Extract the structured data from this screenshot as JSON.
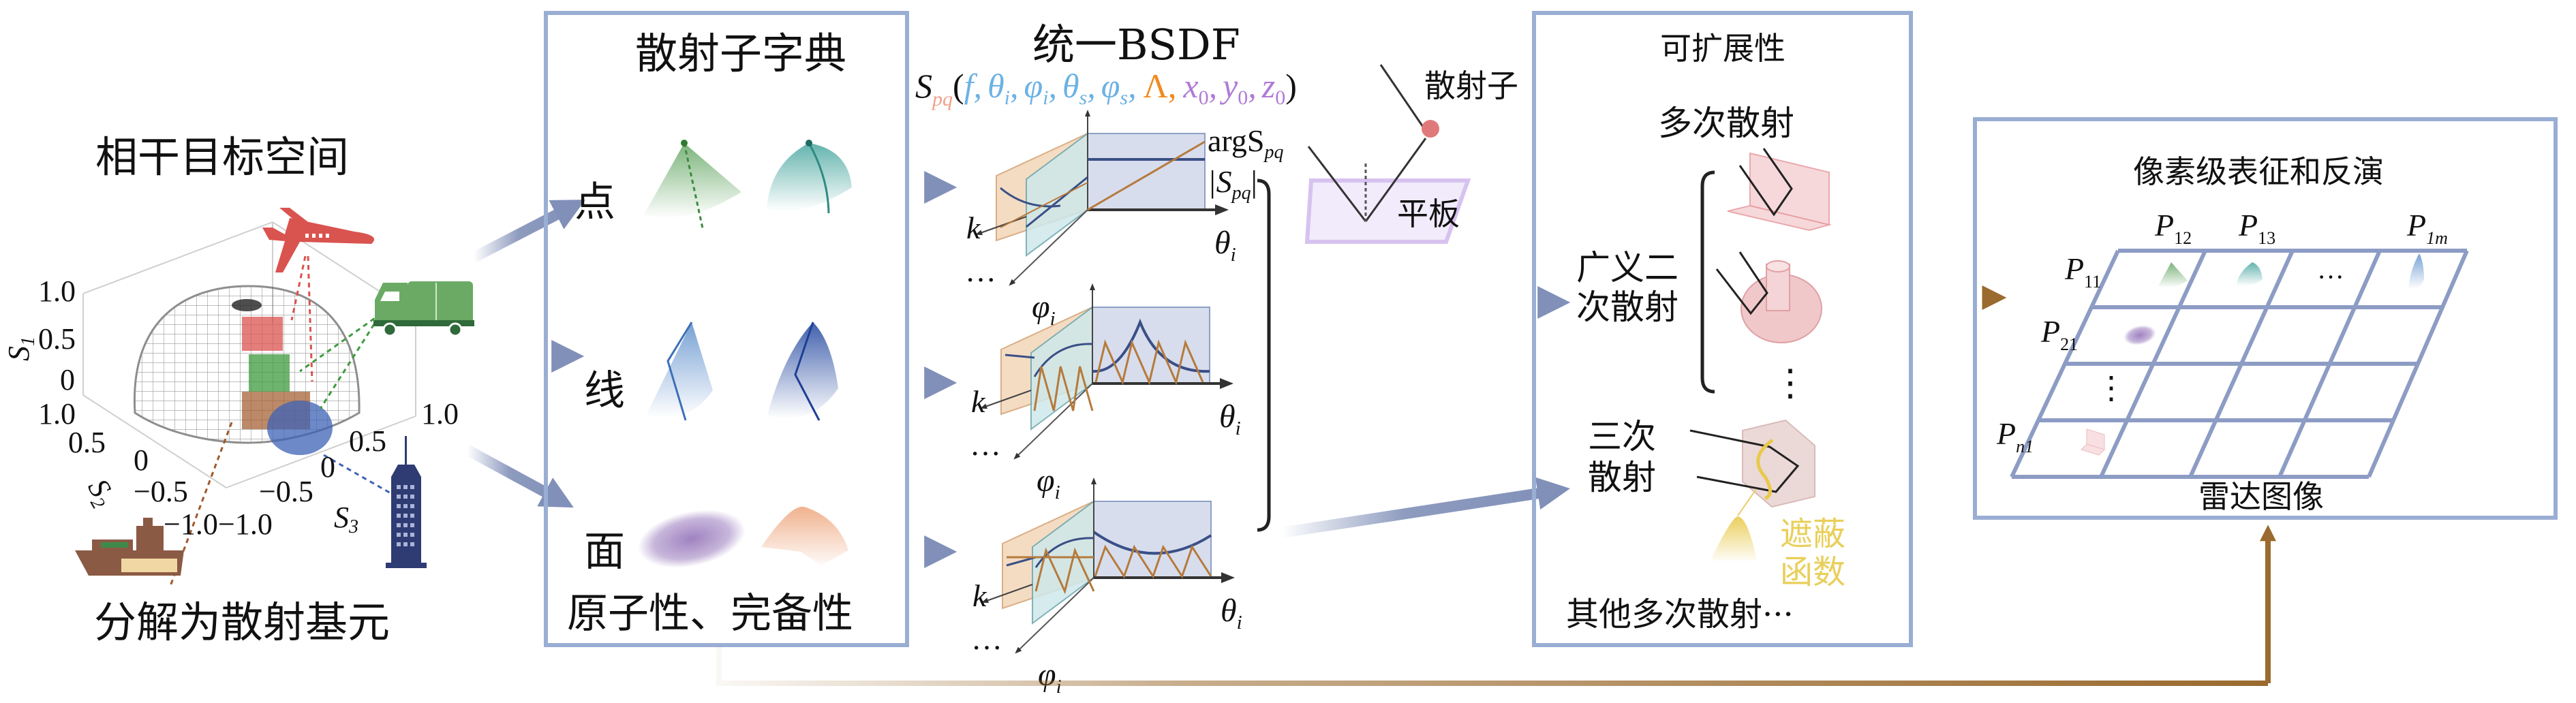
{
  "left_panel": {
    "title_top": "相干目标空间",
    "title_bottom": "分解为散射基元",
    "sphere_axes": {
      "s1_label": "S",
      "s1_sub": "1",
      "s2_label": "S",
      "s2_sub": "2",
      "s3_label": "S",
      "s3_sub": "3",
      "s1_ticks": [
        "1.0",
        "0.5",
        "0"
      ],
      "s2_ticks": [
        "1.0",
        "0.5",
        "0",
        "−0.5",
        "−1.0"
      ],
      "s3_ticks": [
        "−1.0",
        "−0.5",
        "0",
        "0.5",
        "1.0"
      ]
    },
    "targets": [
      {
        "name": "airplane",
        "color": "#d9534f"
      },
      {
        "name": "van",
        "color": "#6aaa64"
      },
      {
        "name": "ship",
        "color": "#8b5a44"
      },
      {
        "name": "building",
        "color": "#2f3b73"
      }
    ]
  },
  "dictionary_box": {
    "title": "散射子字典",
    "rows": [
      {
        "label": "点",
        "colors": [
          "#5aa55a",
          "#3aa7a0"
        ]
      },
      {
        "label": "线",
        "colors": [
          "#6f9fd4",
          "#3056a8"
        ]
      },
      {
        "label": "面",
        "colors": [
          "#9b7fbf",
          "#f0b08c"
        ]
      }
    ],
    "footer": "原子性、完备性"
  },
  "bsdf": {
    "title": "统一BSDF",
    "formula": {
      "S": "S",
      "sub": "pq",
      "open": "(",
      "args_blue": [
        "f,",
        "θ",
        "i",
        ",",
        "φ",
        "i",
        ",",
        "θ",
        "s",
        ",",
        "φ",
        "s",
        ","
      ],
      "arg_orange": "Λ,",
      "args_purple": [
        "x",
        "0",
        ",",
        "y",
        "0",
        ",",
        "z",
        "0"
      ],
      "close": ")"
    },
    "legend_arg": "argS",
    "legend_arg_sub": "pq",
    "legend_abs": "|S",
    "legend_abs_sub": "pq",
    "legend_abs_close": "|",
    "axis_x": "θ",
    "axis_x_sub": "i",
    "axis_k": "k",
    "axis_phi": "φ",
    "axis_phi_sub": "i",
    "ellipsis": "···",
    "scatter_label": "散射子",
    "plate_label": "平板",
    "colors": {
      "orange_plane": "#f3d9bd",
      "teal_plane": "#cfe8ea",
      "blue_panel": "#d7ddec",
      "phase_curve": "#b57a3c",
      "mag_curve": "#3a4f86"
    }
  },
  "extensibility_box": {
    "title": "可扩展性",
    "multi_label": "多次散射",
    "generalized_double": [
      "广义二",
      "次散射"
    ],
    "vertical_ellipsis": "⋮",
    "triple": [
      "三次",
      "散射"
    ],
    "shadow_func": [
      "遮蔽",
      "函数"
    ],
    "other": "其他多次散射···",
    "shadow_color": "#e9cf5a"
  },
  "pixel_box": {
    "title": "像素级表征和反演",
    "col_labels": [
      {
        "main": "P",
        "sub": "12"
      },
      {
        "main": "P",
        "sub": "13"
      },
      {
        "main": "P",
        "sub": "1m"
      }
    ],
    "row_labels": [
      {
        "main": "P",
        "sub": "11"
      },
      {
        "main": "P",
        "sub": "21"
      },
      {
        "main": "P",
        "sub": "n1"
      }
    ],
    "cell_ellipsis": "···",
    "row_ellipsis": "⋮",
    "footer": "雷达图像"
  },
  "colors": {
    "box_border": "#9aaed4",
    "arrow_blue": "#8190b8",
    "arrow_brown": "#9a6a2e"
  }
}
